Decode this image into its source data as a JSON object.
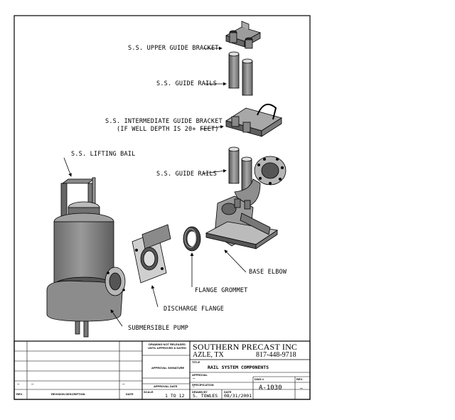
{
  "callouts": {
    "upper_bracket": "S.S. UPPER GUIDE BRACKET",
    "guide_rails_top": "S.S. GUIDE RAILS",
    "intermediate_bracket": "S.S. INTERMEDIATE GUIDE BRACKET",
    "intermediate_note": "(IF WELL DEPTH IS 20+ FEET)",
    "lifting_bail": "S.S. LIFTING BAIL",
    "guide_rails_mid": "S.S. GUIDE RAILS",
    "base_elbow": "BASE ELBOW",
    "flange_grommet": "FLANGE GROMMET",
    "discharge_flange": "DISCHARGE FLANGE",
    "submersible_pump": "SUBMERSIBLE PUMP"
  },
  "title_block": {
    "company": "SOUTHERN PRECAST INC",
    "city": "AZLE, TX",
    "phone": "817-448-9718",
    "not_released_note": "DRAWING NOT RELEASED UNTIL APPROVED & DATED",
    "title_label": "TITLE",
    "title": "RAIL SYSTEM COMPONENTS",
    "approval_sig_label": "APPROVAL SIGNATURE",
    "approval_label": "APPROVAL",
    "approval_value": "–",
    "approval_date_label": "APPROVAL DATE",
    "spec_label": "SPECIFICATION",
    "spec_value": "–",
    "dwg_label": "DWG #",
    "dwg_number": "A-1030",
    "rev_label": "REV.",
    "rev_value": "–",
    "scale_label": "SCALE",
    "scale": "1 TO 12",
    "drawn_label": "DRAWN BY",
    "drawn_by": "S. TOWLES",
    "date_label": "DATE",
    "date": "08/31/2001",
    "rev_col_label": "REV.",
    "revision_desc_label": "REVISION DESCRIPTION",
    "date_col_label": "DATE",
    "rev_row_dash_1": "–",
    "rev_row_dash_2": "–",
    "rev_row_dash_3": "–"
  }
}
